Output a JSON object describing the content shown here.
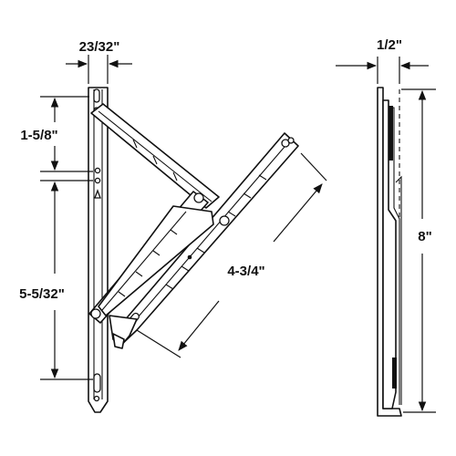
{
  "diagram": {
    "dimensions": {
      "top_width": "23/32\"",
      "upper_spacing": "1-5/8\"",
      "lower_spacing": "5-5/32\"",
      "arm_length": "4-3/4\"",
      "side_width": "1/2\"",
      "overall_length": "8\""
    },
    "colors": {
      "line": "#111111",
      "background": "#ffffff"
    }
  }
}
